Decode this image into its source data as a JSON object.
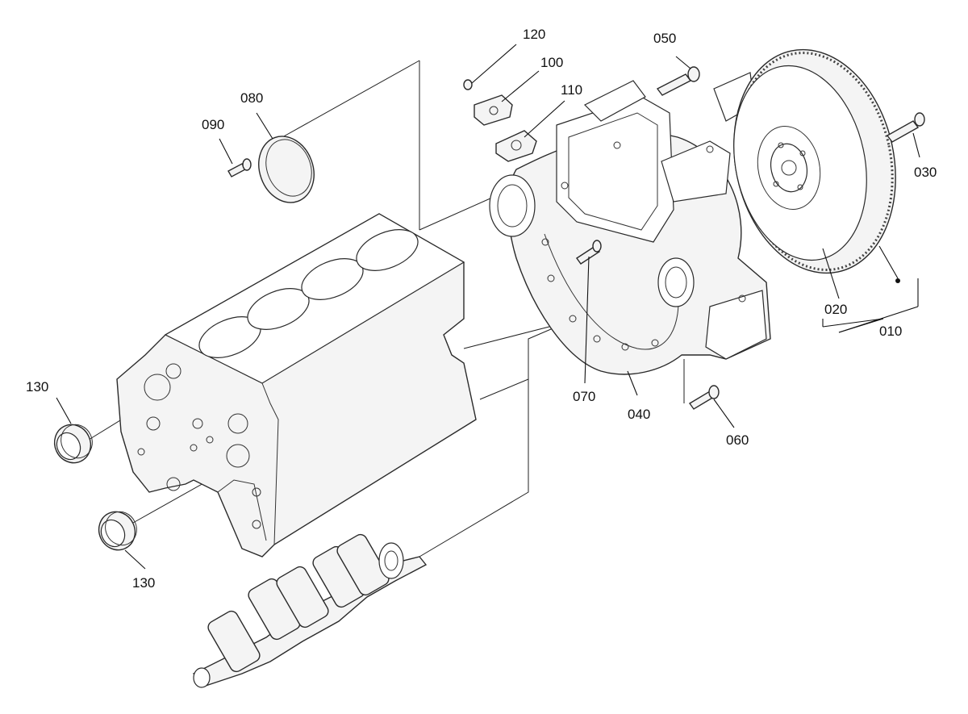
{
  "callouts": [
    {
      "id": "c010",
      "label": "010"
    },
    {
      "id": "c020",
      "label": "020"
    },
    {
      "id": "c030",
      "label": "030"
    },
    {
      "id": "c040",
      "label": "040"
    },
    {
      "id": "c050",
      "label": "050"
    },
    {
      "id": "c060",
      "label": "060"
    },
    {
      "id": "c070",
      "label": "070"
    },
    {
      "id": "c080",
      "label": "080"
    },
    {
      "id": "c090",
      "label": "090"
    },
    {
      "id": "c100",
      "label": "100"
    },
    {
      "id": "c110",
      "label": "110"
    },
    {
      "id": "c120",
      "label": "120"
    },
    {
      "id": "c130a",
      "label": "130"
    },
    {
      "id": "c130b",
      "label": "130"
    }
  ]
}
